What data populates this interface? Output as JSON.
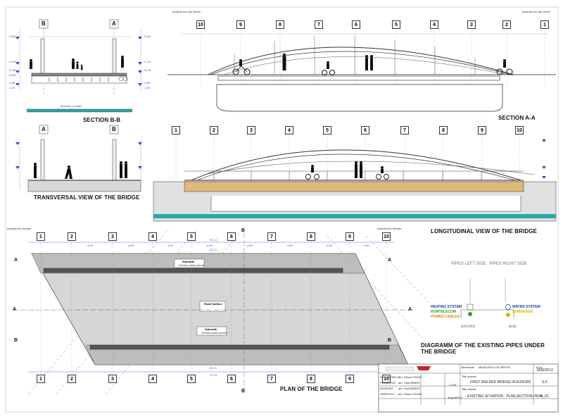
{
  "titles": {
    "section_bb": "SECTION B-B",
    "section_aa": "SECTION A-A",
    "transversal": "TRANSVERSAL VIEW OF THE BRIDGE",
    "longitudinal": "LONGITUDINAL VIEW OF THE BRIDGE",
    "plan": "PLAN OF THE BRIDGE",
    "diagram_line1": "DIAGRAMM OF THE EXISTING PIPES UNDER",
    "diagram_line2": "THE BRIDGE"
  },
  "axes": {
    "top_grid": [
      "10",
      "9",
      "8",
      "7",
      "6",
      "5",
      "4",
      "3",
      "2",
      "1"
    ],
    "long_grid": [
      "1",
      "2",
      "3",
      "4",
      "5",
      "6",
      "7",
      "8",
      "9",
      "10"
    ],
    "plan_grid": [
      "1",
      "2",
      "3",
      "4",
      "5",
      "6",
      "7",
      "8",
      "9",
      "10"
    ],
    "section_letters": [
      "B",
      "A"
    ],
    "transversal_letters": [
      "A",
      "B"
    ]
  },
  "annotations": {
    "direction_of_water": "direction of water",
    "towards_city_center_left": "towards the city center",
    "towards_city_center_right": "towards the city center",
    "towards_theatre_left": "towards the theatre",
    "towards_theatre_right": "towards the theatre",
    "sidewalk_label": "Sidewalk",
    "road_surface_label": "Road Surface",
    "checker_plate": "checker plate panels",
    "plan_dim_total": "37,14",
    "plan_dim_inner": "29,72",
    "plan_spans": [
      "4,00",
      "4,00",
      "4,00",
      "4,00",
      "4,00",
      "4,00",
      "4,00",
      "4,00"
    ],
    "elev_labels_left": [
      "+3,64",
      "+1,10",
      "+0,49",
      "+0,06",
      "-0,66",
      "-1,06"
    ],
    "elev_labels_right": [
      "+3,64",
      "+1,10",
      "+0,49",
      "-0,66",
      "-1,06"
    ]
  },
  "pipes": {
    "left_side": "PIPES LEFT SIDE",
    "right_side": "PIPES RIGHT SIDE",
    "heating": "HEATING SYSTEM",
    "romtelecom": "ROMTELECOM",
    "power": "POWER CABLES",
    "water": "WATER SYSTEM",
    "sewerage": "SEWERAGE",
    "upstream": "amonte",
    "downstream": "aval"
  },
  "colors": {
    "heating": "#1a3fa8",
    "romtelecom": "#2aa02a",
    "power": "#e0801c",
    "water": "#1a3fa8",
    "sewerage": "#d9b400",
    "water_strip": "#2aa7a8",
    "deck_wood": "#e0b878",
    "plan_fill": "#d6d6d6",
    "plan_border": "#555555",
    "dim_blue": "#2a4fd0"
  },
  "title_block": {
    "beneficiary_label": "Beneficiar:",
    "beneficiary": "MUNICIPIUL DE RESITA",
    "project_no_label": "Pr.nr.",
    "project_no": "1836/2013",
    "project_name_label": "Titlu proiect:",
    "project_name": "FIRST WELDED BRIDGE IN EUROPE",
    "drawing_title_label": "Titlu plansa:",
    "drawing_title": "EXISTING SITUATION - PLAN,SECTION,VIEW",
    "scale": "1:100",
    "date": "august2013",
    "phase": "S.F.",
    "sheet_no": "A_01",
    "roles": [
      "SEF PROIECT",
      "PROIECTAT",
      "DESENAT",
      "VERIFICAT"
    ],
    "names": [
      "arh. Flavia TOFAN",
      "arh. Vlad BENES",
      "arh. Vlad BENES",
      "arh. Flavia TOFAN"
    ]
  }
}
